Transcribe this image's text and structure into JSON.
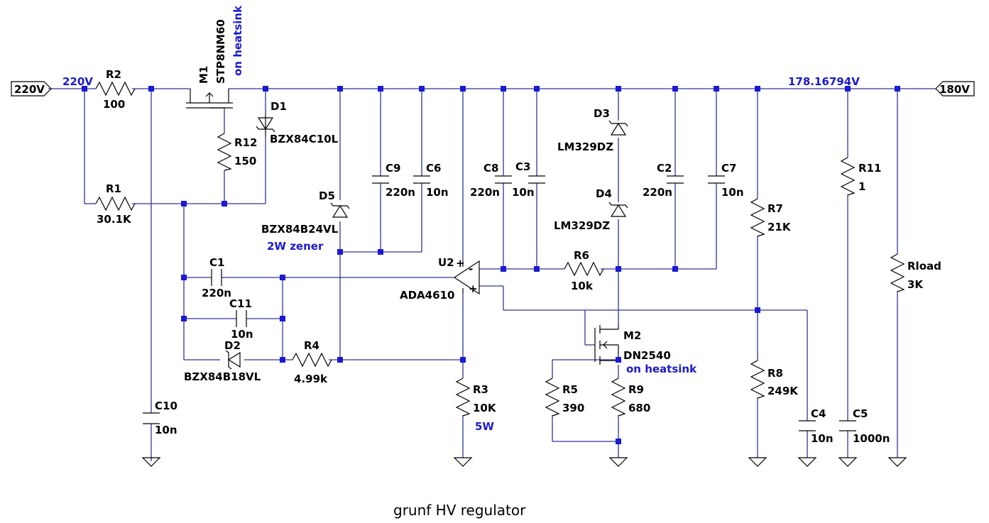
{
  "diagram": {
    "title": "grunf HV regulator",
    "ports": {
      "input": "220V",
      "output": "180V"
    },
    "net_labels": {
      "in_net": "220V",
      "out_net": "178.16794V"
    },
    "notes": {
      "heatsink_m1": "on heatsink",
      "heatsink_m2": "on heatsink",
      "zener_power": "2W zener",
      "r3_power": "5W"
    },
    "components": {
      "M1": {
        "ref": "M1",
        "value": "STP8NM60"
      },
      "M2": {
        "ref": "M2",
        "value": "DN2540"
      },
      "U2": {
        "ref": "U2",
        "value": "ADA4610"
      },
      "D1": {
        "ref": "D1",
        "value": "BZX84C10L"
      },
      "D2": {
        "ref": "D2",
        "value": "BZX84B18VL"
      },
      "D3": {
        "ref": "D3",
        "value": "LM329DZ"
      },
      "D4": {
        "ref": "D4",
        "value": "LM329DZ"
      },
      "D5": {
        "ref": "D5",
        "value": "BZX84B24VL"
      },
      "R1": {
        "ref": "R1",
        "value": "30.1K"
      },
      "R2": {
        "ref": "R2",
        "value": "100"
      },
      "R3": {
        "ref": "R3",
        "value": "10K"
      },
      "R4": {
        "ref": "R4",
        "value": "4.99k"
      },
      "R5": {
        "ref": "R5",
        "value": "390"
      },
      "R6": {
        "ref": "R6",
        "value": "10k"
      },
      "R7": {
        "ref": "R7",
        "value": "21K"
      },
      "R8": {
        "ref": "R8",
        "value": "249K"
      },
      "R9": {
        "ref": "R9",
        "value": "680"
      },
      "R11": {
        "ref": "R11",
        "value": "1"
      },
      "R12": {
        "ref": "R12",
        "value": "150"
      },
      "Rload": {
        "ref": "Rload",
        "value": "3K"
      },
      "C1": {
        "ref": "C1",
        "value": "220n"
      },
      "C2": {
        "ref": "C2",
        "value": "220n"
      },
      "C3": {
        "ref": "C3",
        "value": "10n"
      },
      "C4": {
        "ref": "C4",
        "value": "10n"
      },
      "C5": {
        "ref": "C5",
        "value": "1000n"
      },
      "C6": {
        "ref": "C6",
        "value": "10n"
      },
      "C7": {
        "ref": "C7",
        "value": "10n"
      },
      "C8": {
        "ref": "C8",
        "value": "220n"
      },
      "C9": {
        "ref": "C9",
        "value": "220n"
      },
      "C10": {
        "ref": "C10",
        "value": "10n"
      },
      "C11": {
        "ref": "C11",
        "value": "10n"
      }
    },
    "pin_marks": {
      "plus": "+",
      "minus": "-"
    }
  }
}
